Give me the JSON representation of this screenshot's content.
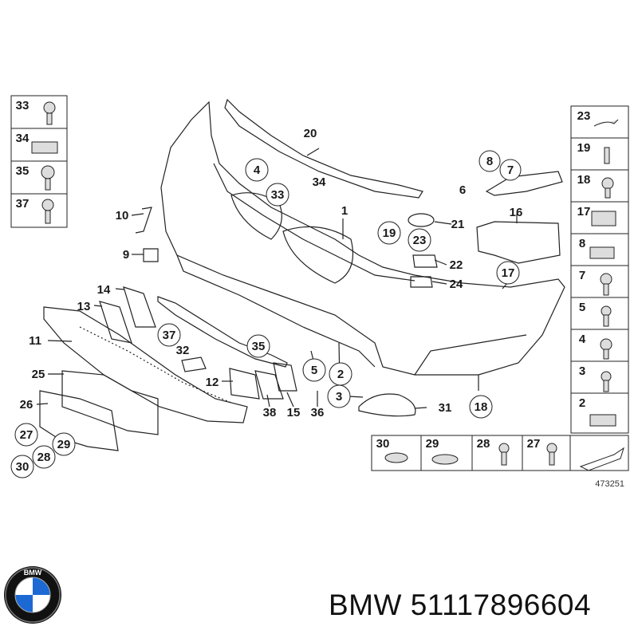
{
  "callouts": {
    "c1": "1",
    "c2": "2",
    "c3": "3",
    "c4": "4",
    "c5": "5",
    "c6": "6",
    "c7": "7",
    "c8": "8",
    "c9": "9",
    "c10": "10",
    "c11": "11",
    "c12": "12",
    "c13": "13",
    "c14": "14",
    "c15": "15",
    "c16": "16",
    "c17": "17",
    "c18": "18",
    "c19": "19",
    "c20": "20",
    "c21": "21",
    "c22": "22",
    "c23": "23",
    "c24": "24",
    "c25": "25",
    "c26": "26",
    "c27": "27",
    "c28": "28",
    "c29": "29",
    "c30": "30",
    "c31": "31",
    "c32": "32",
    "c33": "33",
    "c34": "34",
    "c35": "35",
    "c36": "36",
    "c37": "37",
    "c38": "38"
  },
  "left_panel": [
    "33",
    "34",
    "35",
    "37"
  ],
  "right_panel": [
    "23",
    "19",
    "18",
    "17",
    "8",
    "7",
    "5",
    "4",
    "3",
    "2"
  ],
  "bottom_panel": [
    "30",
    "29",
    "28",
    "27"
  ],
  "diagram_id": "473251",
  "caption": {
    "brand": "BMW",
    "part_number": "51117896604"
  },
  "logo": {
    "text": "BMW",
    "colors": {
      "blue": "#1c69d4",
      "white": "#ffffff",
      "ring": "#111111"
    }
  }
}
